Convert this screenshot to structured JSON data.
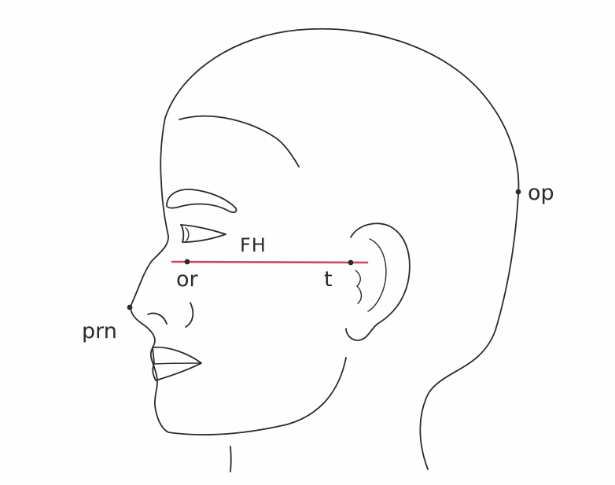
{
  "diagram": {
    "labels": {
      "fh": "FH",
      "op": "op",
      "or": "or",
      "t": "t",
      "prn": "prn"
    },
    "colors": {
      "ink": "#2b2b2b",
      "fh_line": "#c9475f",
      "background": "#fefefe"
    }
  }
}
